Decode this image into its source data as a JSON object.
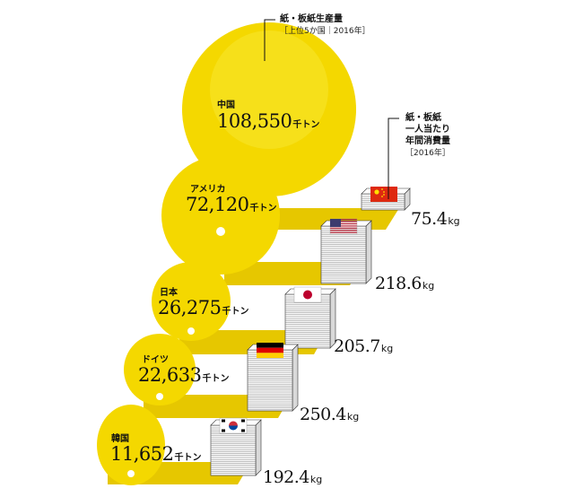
{
  "header": {
    "production_title": "紙・板紙生産量",
    "production_sub": "［上位5か国｜2016年］",
    "per_capita_title_1": "紙・板紙",
    "per_capita_title_2": "一人当たり",
    "per_capita_title_3": "年間消費量",
    "per_capita_sub": "［2016年］"
  },
  "units": {
    "production": "千トン",
    "per_capita": "kg"
  },
  "colors": {
    "circle": "#f5dd00",
    "circle_dark": "#e8c900",
    "shadow": "#e6c700",
    "highlight": "#ffffff"
  },
  "countries": [
    {
      "name": "中国",
      "production": "108,550",
      "per_capita": "75.4",
      "flag": "china-flag-icon"
    },
    {
      "name": "アメリカ",
      "production": "72,120",
      "per_capita": "218.6",
      "flag": "usa-flag-icon"
    },
    {
      "name": "日本",
      "production": "26,275",
      "per_capita": "205.7",
      "flag": "japan-flag-icon"
    },
    {
      "name": "ドイツ",
      "production": "22,633",
      "per_capita": "250.4",
      "flag": "germany-flag-icon"
    },
    {
      "name": "韓国",
      "production": "11,652",
      "per_capita": "192.4",
      "flag": "korea-flag-icon"
    }
  ]
}
